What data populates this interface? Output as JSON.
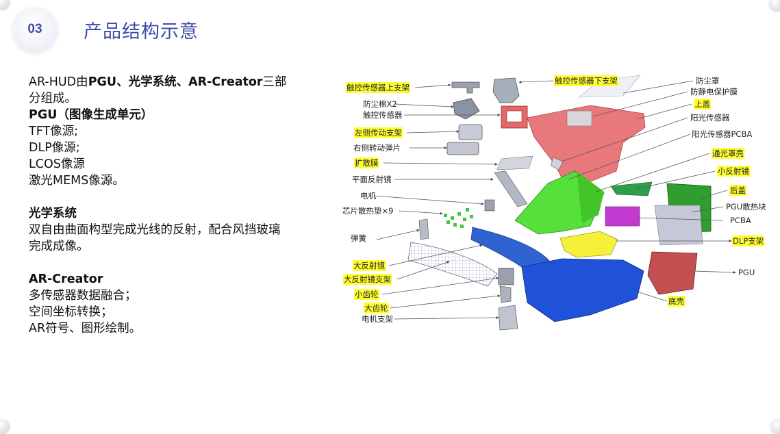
{
  "header": {
    "number": "03",
    "title": "产品结构示意"
  },
  "content": {
    "intro_prefix": "AR-HUD由",
    "intro_bold": "PGU、光学系统、AR-Creator",
    "intro_suffix": "三部",
    "intro_line2": "分组成。",
    "pgu_heading": "PGU（图像生成单元）",
    "pgu_items": [
      "TFT像源;",
      "DLP像源;",
      "LCOS像源",
      "激光MEMS像源。"
    ],
    "optics_heading": "光学系统",
    "optics_line1": "双自由曲面构型完成光线的反射，配合风挡玻璃",
    "optics_line2": "完成成像。",
    "creator_heading": "AR-Creator",
    "creator_items": [
      "多传感器数据融合；",
      "空间坐标转换；",
      "AR符号、图形绘制。"
    ]
  },
  "diagram": {
    "left_labels": [
      {
        "text": "触控传感器上支架",
        "highlight": true
      },
      {
        "text": "防尘棉X2",
        "highlight": false
      },
      {
        "text": "触控传感器",
        "highlight": false
      },
      {
        "text": "左侧传动支架",
        "highlight": true
      },
      {
        "text": "右侧转动弹片",
        "highlight": false
      },
      {
        "text": "扩散膜",
        "highlight": true
      },
      {
        "text": "平面反射镜",
        "highlight": false
      },
      {
        "text": "电机",
        "highlight": false
      },
      {
        "text": "芯片散热垫×9",
        "highlight": false
      },
      {
        "text": "弹簧",
        "highlight": false
      },
      {
        "text": "大反射镜",
        "highlight": true
      },
      {
        "text": "大反射镜支架",
        "highlight": true
      },
      {
        "text": "小齿轮",
        "highlight": true
      },
      {
        "text": "大齿轮",
        "highlight": true
      },
      {
        "text": "电机支架",
        "highlight": false
      }
    ],
    "top_label": {
      "text": "触控传感器下支架",
      "highlight": true
    },
    "right_labels": [
      {
        "text": "防尘罩",
        "highlight": false
      },
      {
        "text": "防静电保护膜",
        "highlight": false
      },
      {
        "text": "上盖",
        "highlight": true
      },
      {
        "text": "阳光传感器",
        "highlight": false
      },
      {
        "text": "阳光传感器PCBA",
        "highlight": false
      },
      {
        "text": "通光罩壳",
        "highlight": true
      },
      {
        "text": "小反射镜",
        "highlight": true
      },
      {
        "text": "后盖",
        "highlight": true
      },
      {
        "text": "PGU散热块",
        "highlight": false
      },
      {
        "text": "PCBA",
        "highlight": false
      },
      {
        "text": "DLP支架",
        "highlight": true
      },
      {
        "text": "PGU",
        "highlight": false
      },
      {
        "text": "底壳",
        "highlight": true
      }
    ],
    "colors": {
      "upper_cover": "#e9787c",
      "light_shield": "#55e03a",
      "big_mirror": "#2f63cf",
      "bottom_shell": "#1f52d8",
      "dlp_bracket": "#f5f03a",
      "back_cover": "#2f9e2f",
      "pcba_magenta": "#c33ad0",
      "pgu_red": "#c25050",
      "highlight": "#ffff33"
    }
  }
}
